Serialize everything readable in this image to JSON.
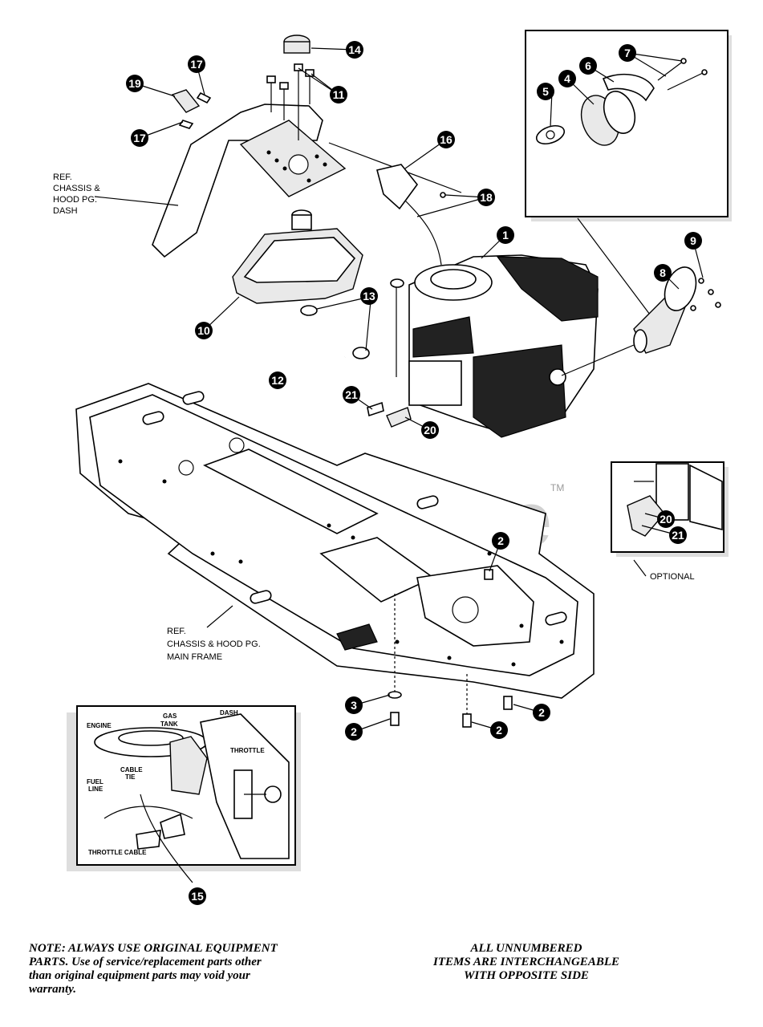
{
  "callouts": {
    "c1": "1",
    "c2a": "2",
    "c2b": "2",
    "c2c": "2",
    "c2d": "2",
    "c3": "3",
    "c4": "4",
    "c5": "5",
    "c6": "6",
    "c7": "7",
    "c8": "8",
    "c9": "9",
    "c10": "10",
    "c11": "11",
    "c12": "12",
    "c13": "13",
    "c14": "14",
    "c15": "15",
    "c16": "16",
    "c17a": "17",
    "c17b": "17",
    "c18": "18",
    "c19": "19",
    "c20": "20",
    "c20b": "20",
    "c21": "21",
    "c21b": "21"
  },
  "labels": {
    "dash_ref": [
      "REF.",
      "CHASSIS &",
      "HOOD PG.",
      "DASH"
    ],
    "frame_ref": [
      "REF.",
      "CHASSIS & HOOD PG.",
      "MAIN FRAME"
    ],
    "optional": "OPTIONAL",
    "inset": {
      "engine": "ENGINE",
      "gas_tank": [
        "GAS",
        "TANK"
      ],
      "dash": "DASH",
      "throttle": "THROTTLE",
      "fuel_line": [
        "FUEL",
        "LINE"
      ],
      "cable_tie": [
        "CABLE",
        "TIE"
      ],
      "throttle_cable": "THROTTLE CABLE"
    }
  },
  "watermark": {
    "text": "PartsTree",
    "tm": "TM"
  },
  "notes": {
    "left": [
      "NOTE: ALWAYS USE ORIGINAL EQUIPMENT",
      "PARTS. Use of service/replacement parts other",
      "than original equipment parts may void your",
      "warranty."
    ],
    "right": [
      "ALL UNNUMBERED",
      "ITEMS ARE INTERCHANGEABLE",
      "WITH OPPOSITE SIDE"
    ]
  }
}
